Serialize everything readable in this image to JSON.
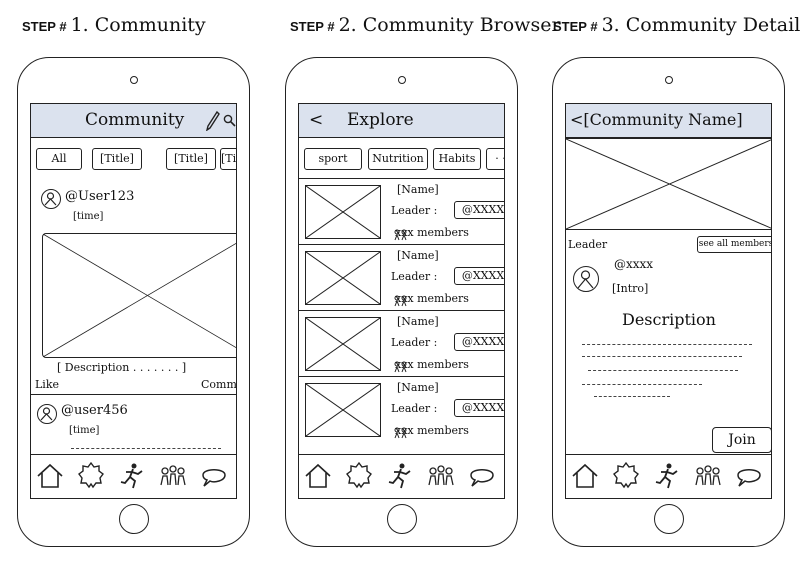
{
  "steps": [
    {
      "num": "STEP #",
      "title": "1.  Community"
    },
    {
      "num": "STEP #",
      "title": "2. Community Browser"
    },
    {
      "num": "STEP #",
      "title": "3. Community Detail"
    }
  ],
  "screen1": {
    "header_title": "Community",
    "tabs": [
      "All",
      "[Title]",
      "[Title]",
      "[Title"
    ],
    "post1": {
      "user": "@User123",
      "time": "[time]",
      "description": "[ Description . . . . . . . ]",
      "like": "Like",
      "comment": "Comment"
    },
    "post2": {
      "user": "@user456",
      "time": "[time]"
    }
  },
  "screen2": {
    "header_title": "Explore",
    "back": "<",
    "tabs": [
      "sport",
      "Nutrition",
      "Habits",
      "· · ·"
    ],
    "rows": [
      {
        "name": "[Name]",
        "leader_label": "Leader :",
        "leader": "@XXXX",
        "members": "xxx members"
      },
      {
        "name": "[Name]",
        "leader_label": "Leader :",
        "leader": "@XXXX",
        "members": "xxx members"
      },
      {
        "name": "[Name]",
        "leader_label": "Leader :",
        "leader": "@XXXX",
        "members": "xxx members"
      },
      {
        "name": "[Name]",
        "leader_label": "Leader :",
        "leader": "@XXXX",
        "members": "xxx members"
      }
    ]
  },
  "screen3": {
    "header_title": "<[Community Name]",
    "leader_label": "Leader",
    "see_all": "see all members",
    "leader_user": "@xxxx",
    "intro": "[Intro]",
    "description_title": "Description",
    "join": "Join"
  },
  "tabbar_icons": [
    "home-icon",
    "badge-icon",
    "runner-icon",
    "group-icon",
    "chat-bubble-icon"
  ]
}
